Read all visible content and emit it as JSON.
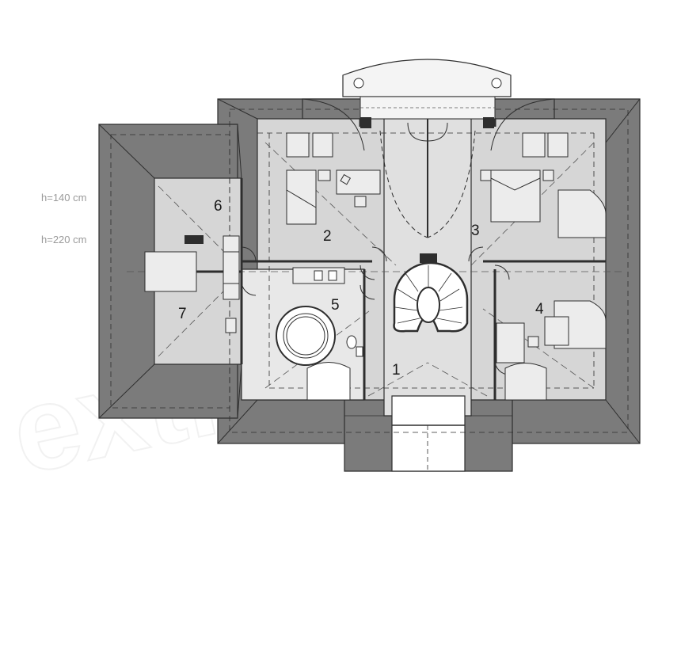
{
  "height_labels": {
    "low": "h=140 cm",
    "high": "h=220 cm"
  },
  "rooms": [
    {
      "number": "1"
    },
    {
      "number": "2"
    },
    {
      "number": "3"
    },
    {
      "number": "4"
    },
    {
      "number": "5"
    },
    {
      "number": "6"
    },
    {
      "number": "7"
    }
  ],
  "watermark": "extradom",
  "colors": {
    "roof": "#7b7b7b",
    "roof_edge": "#2e2e2e",
    "floor": "#d6d6d6",
    "floor_light": "#ececec",
    "background": "#ffffff"
  }
}
